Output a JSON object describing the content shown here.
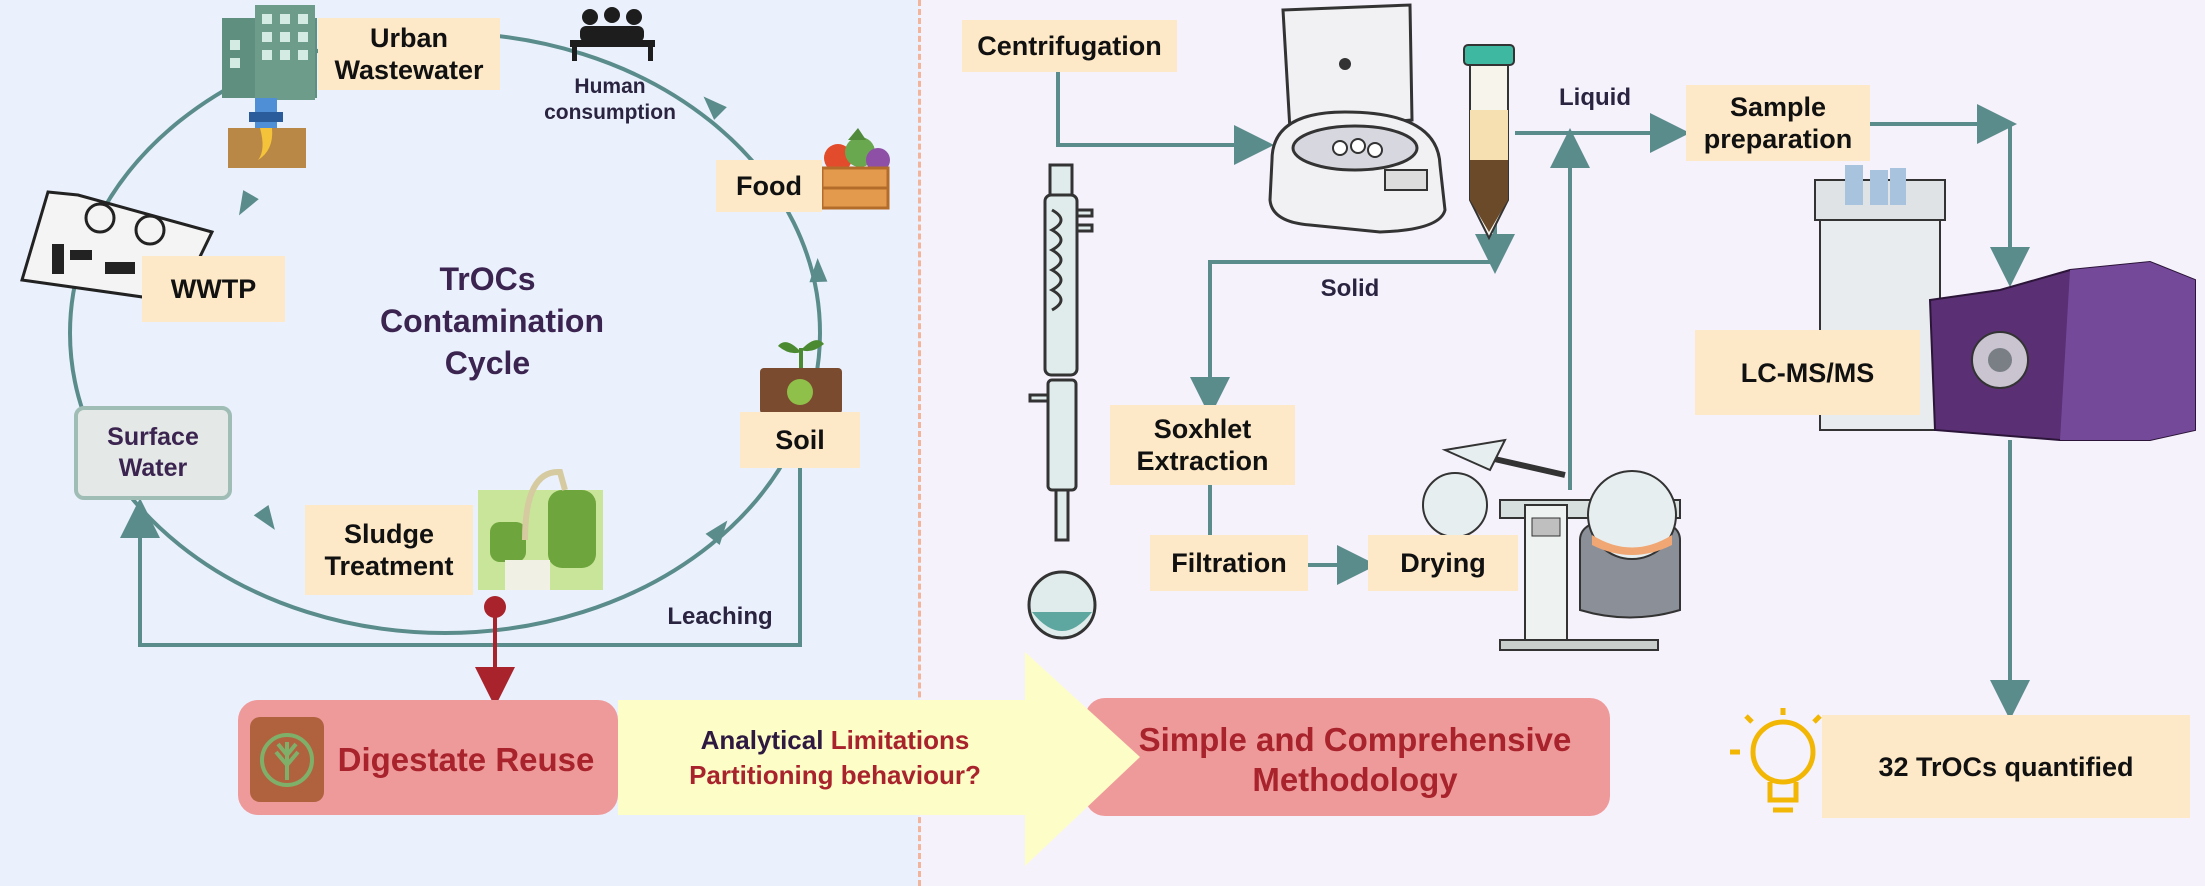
{
  "diagram": {
    "cycle_title": "TrOCs Contamination Cycle",
    "urban_wastewater": "Urban Wastewater",
    "human_consumption": "Human consumption",
    "food": "Food",
    "wwtp": "WWTP",
    "soil": "Soil",
    "surface_water": "Surface Water",
    "sludge_treatment": "Sludge Treatment",
    "leaching": "Leaching",
    "digestate_reuse": "Digestate Reuse",
    "analytical": "Analytical",
    "limitations": "Limitations",
    "partitioning": "Partitioning behaviour?",
    "methodology": "Simple and Comprehensive Methodology",
    "centrifugation": "Centrifugation",
    "liquid": "Liquid",
    "solid": "Solid",
    "sample_preparation": "Sample preparation",
    "soxhlet_extraction": "Soxhlet Extraction",
    "filtration": "Filtration",
    "drying": "Drying",
    "lcmsms": "LC-MS/MS",
    "result": "32 TrOCs quantified"
  },
  "colors": {
    "left_panel": "#eaf1fc",
    "right_panel": "#f6f2fc",
    "label_fill": "#fde9c7",
    "arrow": "#5b8c8c",
    "accent_red": "#a8232c",
    "banner_pink": "#ef9a9a",
    "banner_yellow": "#fdfdc8",
    "instrument_purple": "#6d3f86"
  },
  "icons": [
    "building-icon",
    "tap-icon",
    "people-icon",
    "food-crate-icon",
    "wwtp-icon",
    "plant-soil-icon",
    "biogas-plant-icon",
    "digestate-bag-icon",
    "centrifuge-icon",
    "tube-icon",
    "soxhlet-icon",
    "rotary-evaporator-icon",
    "lcms-instrument-icon",
    "lightbulb-icon"
  ]
}
